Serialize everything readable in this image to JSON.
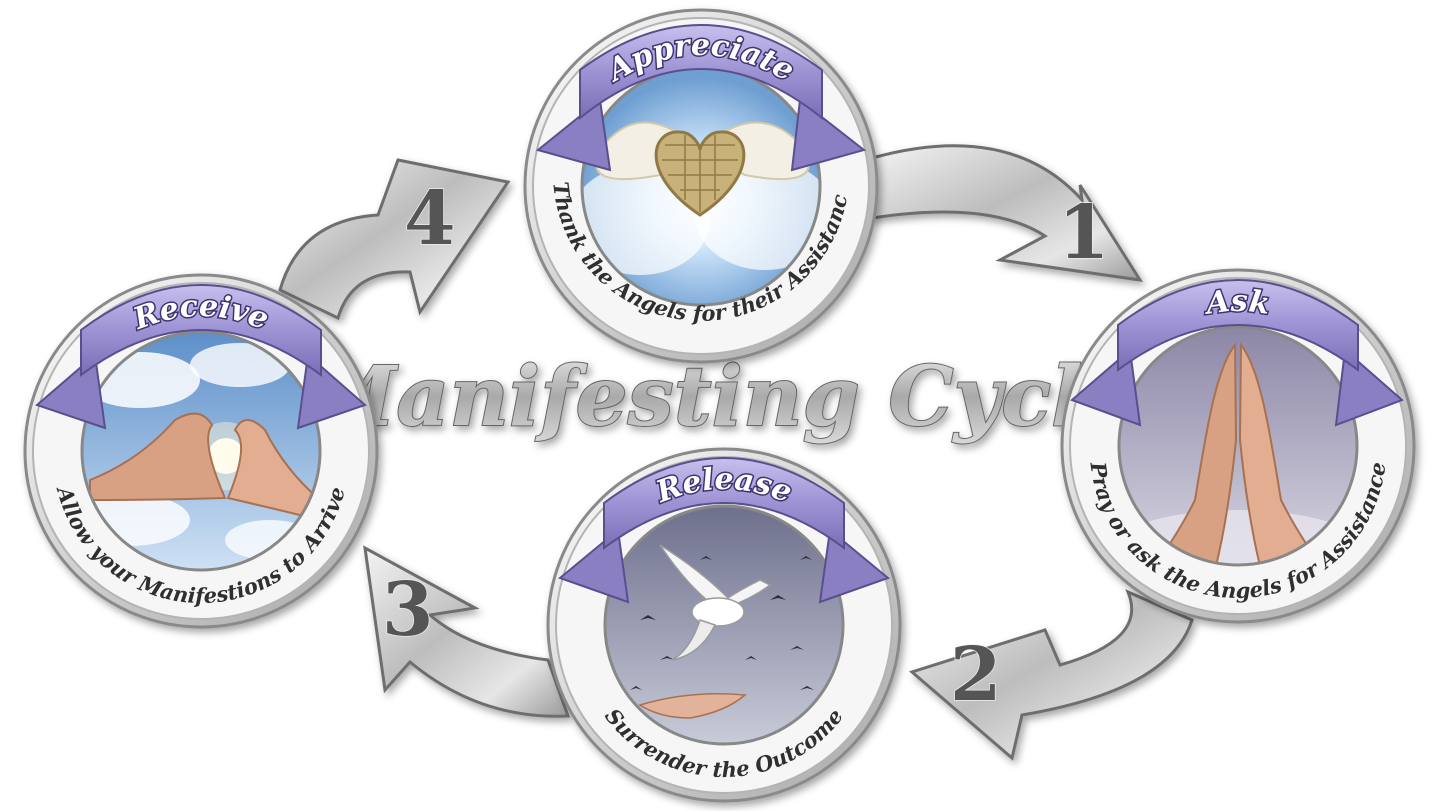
{
  "title": "Manifesting Cycle",
  "steps": [
    {
      "number": "1",
      "label": "Ask",
      "description": "Pray or ask the Angels for Assistance",
      "image": "praying-hands"
    },
    {
      "number": "2",
      "label": "Release",
      "description": "Surrender the Outcome",
      "image": "dove-release"
    },
    {
      "number": "3",
      "label": "Receive",
      "description": "Allow your Manifestions to Arrive",
      "image": "heart-hands-sky"
    },
    {
      "number": "4",
      "label": "Appreciate",
      "description": "Thank the Angels for their Assistance",
      "image": "winged-heart"
    }
  ],
  "colors": {
    "ribbon": "#9d93d4",
    "ribbon_dark": "#5a4f8e",
    "metal_light": "#f2f2f2",
    "metal_dark": "#9a9a9a",
    "number_fill": "#555555",
    "ring_text": "#2f2f2f"
  }
}
